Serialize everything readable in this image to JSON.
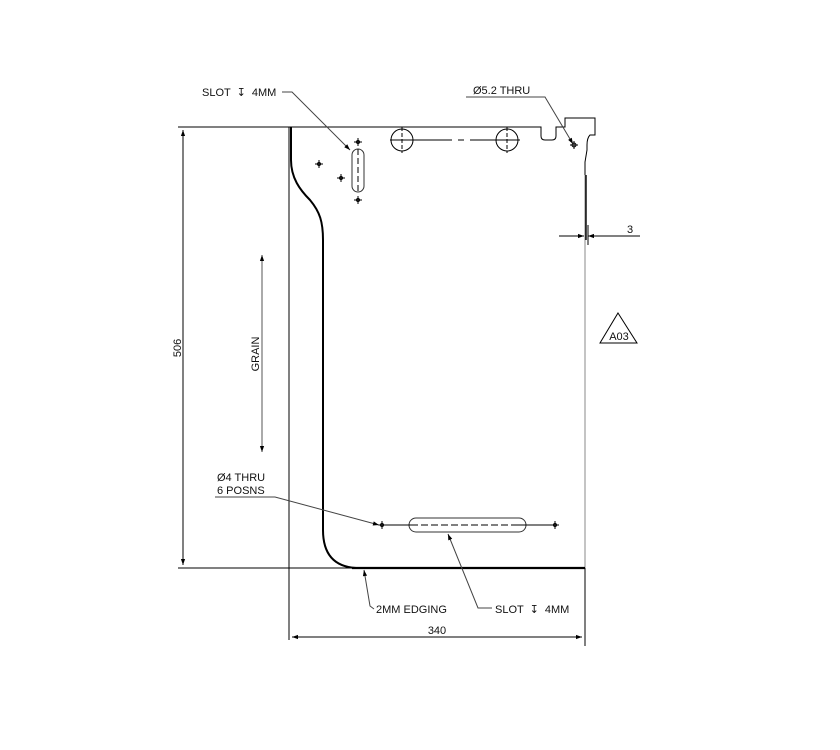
{
  "drawing": {
    "type": "engineering-drawing",
    "view": "flat panel, front view",
    "stroke_color": "#000000",
    "leader_color": "#444444",
    "background": "#ffffff"
  },
  "dimensions": {
    "height": "506",
    "width": "340",
    "edge_offset": "3"
  },
  "annotations": {
    "slot_top": "SLOT ↧ 4MM",
    "slot_top_text": "SLOT",
    "slot_top_depth": "4MM",
    "hole_52": "Ø5.2 THRU",
    "hole_4_line1": "Ø4 THRU",
    "hole_4_line2": "6 POSNS",
    "edging": "2MM EDGING",
    "slot_bottom_text": "SLOT",
    "slot_bottom_depth": "4MM",
    "grain": "GRAIN",
    "revision": "A03"
  },
  "symbols": {
    "depth_symbol": "↧",
    "diameter_symbol": "Ø"
  }
}
